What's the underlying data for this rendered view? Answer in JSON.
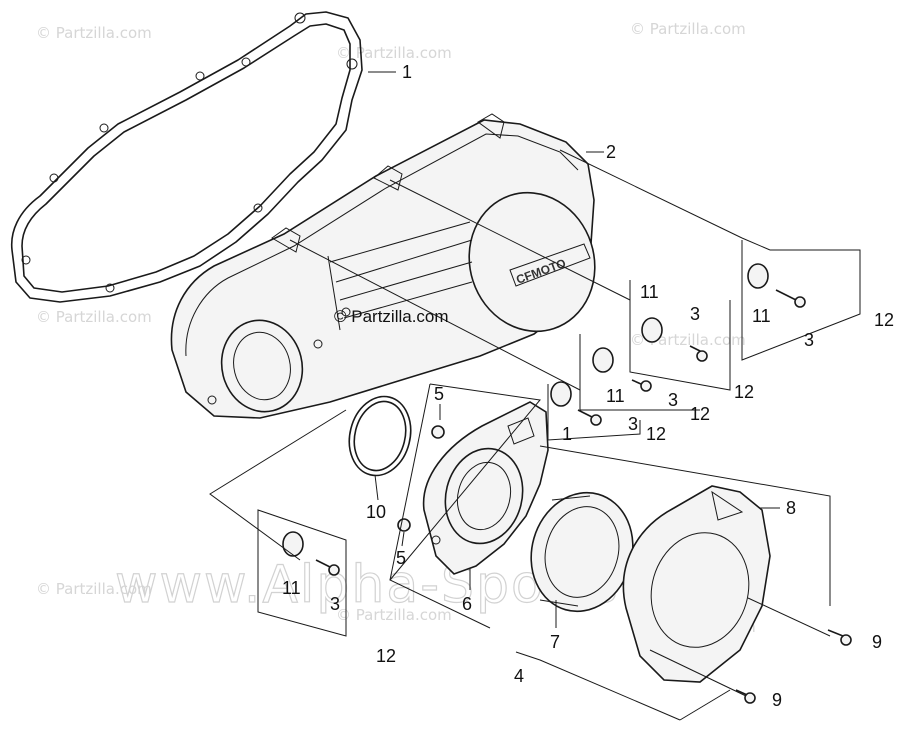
{
  "watermarks": {
    "partzilla": "© Partzilla.com",
    "partzilla_center": "© Partzilla.com",
    "alpha": "www.Alpha-Sports.com"
  },
  "cover_logo_text": "CFMOTO",
  "callouts": {
    "p1": "1",
    "p2": "2",
    "p3a": "3",
    "p3b": "3",
    "p3c": "3",
    "p3d": "3",
    "p3e": "3",
    "p4": "4",
    "p5a": "5",
    "p5b": "5",
    "p6": "6",
    "p7": "7",
    "p8": "8",
    "p9a": "9",
    "p9b": "9",
    "p10": "10",
    "p11a": "11",
    "p11b": "11",
    "p11c": "11",
    "p11d": "11",
    "p11e": "1",
    "p12a": "12",
    "p12b": "12",
    "p12c": "12",
    "p12d": "12",
    "p12e": "12"
  }
}
